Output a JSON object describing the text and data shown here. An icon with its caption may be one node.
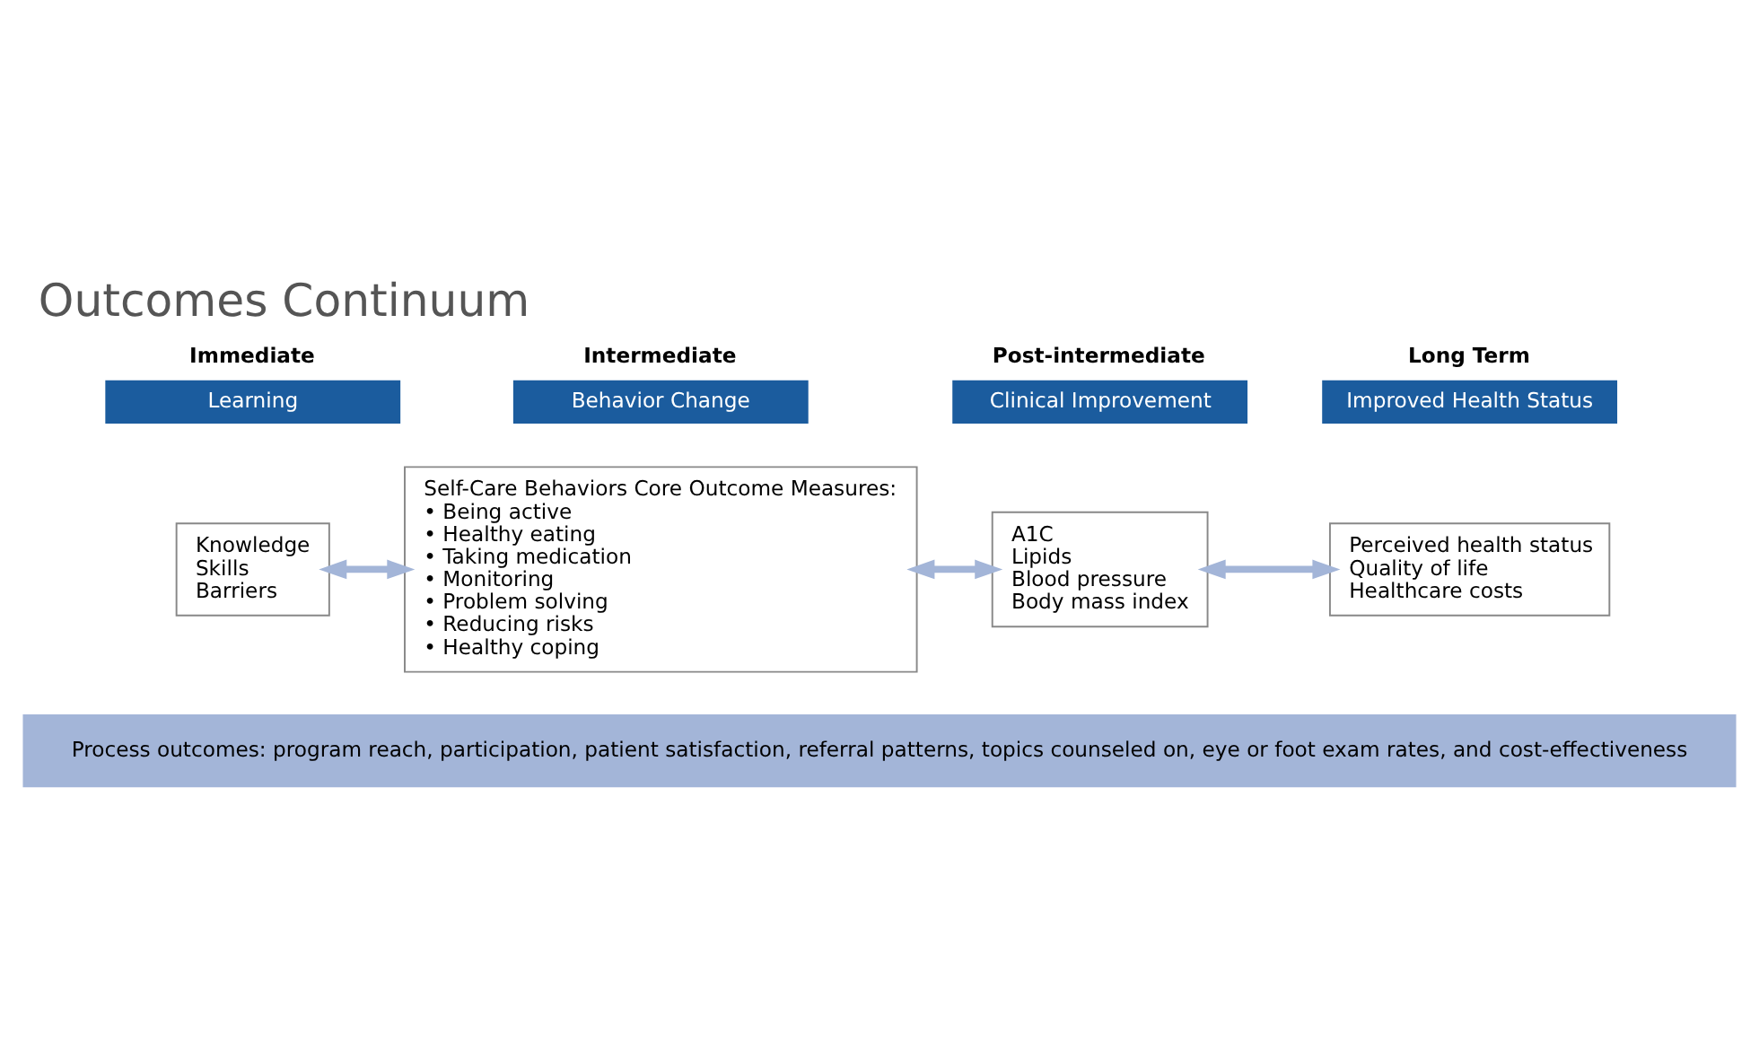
{
  "diagram": {
    "title": "Outcomes Continuum",
    "nodes": [
      {
        "text": [
          "Immediate",
          "Learning"
        ]
      },
      {
        "text": [
          "Intermediate",
          "Behavior Change"
        ]
      },
      {
        "text": [
          "Post-intermediate",
          "Clinical Improvement"
        ]
      },
      {
        "text": [
          "Long Term",
          "Improved Health Status"
        ]
      },
      {
        "text": [
          "Knowledge",
          "Skills",
          "Barriers"
        ]
      },
      {
        "text": [
          "Self-Care Behaviors Core Outcome Measures:",
          "• Being active",
          "• Healthy eating",
          "• Taking medication",
          "• Monitoring",
          "• Problem solving",
          "• Reducing risks",
          "• Healthy coping"
        ]
      },
      {
        "text": [
          "A1C",
          "Lipids",
          "Blood pressure",
          "Body mass index"
        ]
      },
      {
        "text": [
          "Perceived health status",
          "Quality of life",
          "Healthcare costs"
        ]
      },
      {
        "text": [
          "Process outcomes: program reach, participation, patient satisfaction, referral patterns, topics counseled on, eye or foot exam rates, and cost-effectiveness"
        ]
      }
    ],
    "edges": [
      {
        "from": 4,
        "to": 5,
        "arrow": "both"
      },
      {
        "from": 5,
        "to": 6,
        "arrow": "both"
      },
      {
        "from": 6,
        "to": 7,
        "arrow": "both"
      }
    ]
  }
}
